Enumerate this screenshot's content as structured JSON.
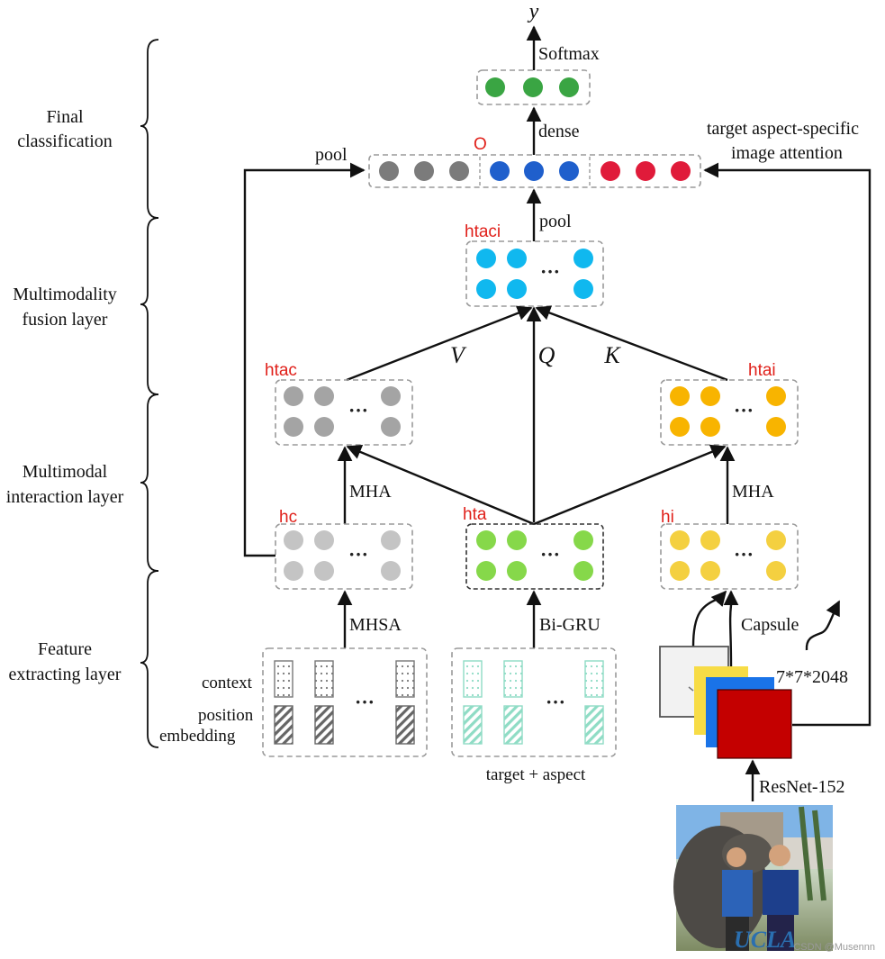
{
  "layers": {
    "final": [
      "Final",
      "classification"
    ],
    "fusion": [
      "Multimodality",
      "fusion layer"
    ],
    "interaction": [
      "Multimodal",
      "interaction layer"
    ],
    "feature": [
      "Feature",
      "extracting layer"
    ]
  },
  "labels": {
    "y": "y",
    "softmax": "Softmax",
    "dense": "dense",
    "pool_top": "pool",
    "pool_mid": "pool",
    "target_attention": [
      "target aspect-specific",
      "image attention"
    ],
    "v": "V",
    "q": "Q",
    "k": "K",
    "mha_left": "MHA",
    "mha_right": "MHA",
    "mhsa": "MHSA",
    "bigru": "Bi-GRU",
    "capsule": "Capsule",
    "dims": "7*7*2048",
    "resnet": "ResNet-152",
    "context": "context",
    "position_embedding": [
      "position",
      "embedding"
    ],
    "target_aspect": "target + aspect",
    "ellipsis": "···",
    "photo_logo": "UCLA"
  },
  "annotations": {
    "o": "O",
    "htaci": "htaci",
    "htac": "htac",
    "htai": "htai",
    "hc": "hc",
    "hta": "hta",
    "hi": "hi"
  },
  "watermark": "CSDN @Musennn",
  "colors": {
    "gray_dot": "#7b7b7b",
    "blue_dot": "#1f5fcc",
    "red_dot": "#e01b3a",
    "green_dot": "#3aa543",
    "cyan_dot": "#10b8ef",
    "mid_gray_dot": "#a4a4a4",
    "light_gray_dot": "#c4c4c4",
    "orange_dot": "#f8b400",
    "yellow_dot": "#f4d040",
    "lime_dot": "#86d84a",
    "annotation_red": "#e0201a",
    "feature_yellow": "#f7dc46",
    "feature_blue": "#1a73e8",
    "feature_red": "#c40000",
    "embedding_teal": "#8fdcc5"
  }
}
